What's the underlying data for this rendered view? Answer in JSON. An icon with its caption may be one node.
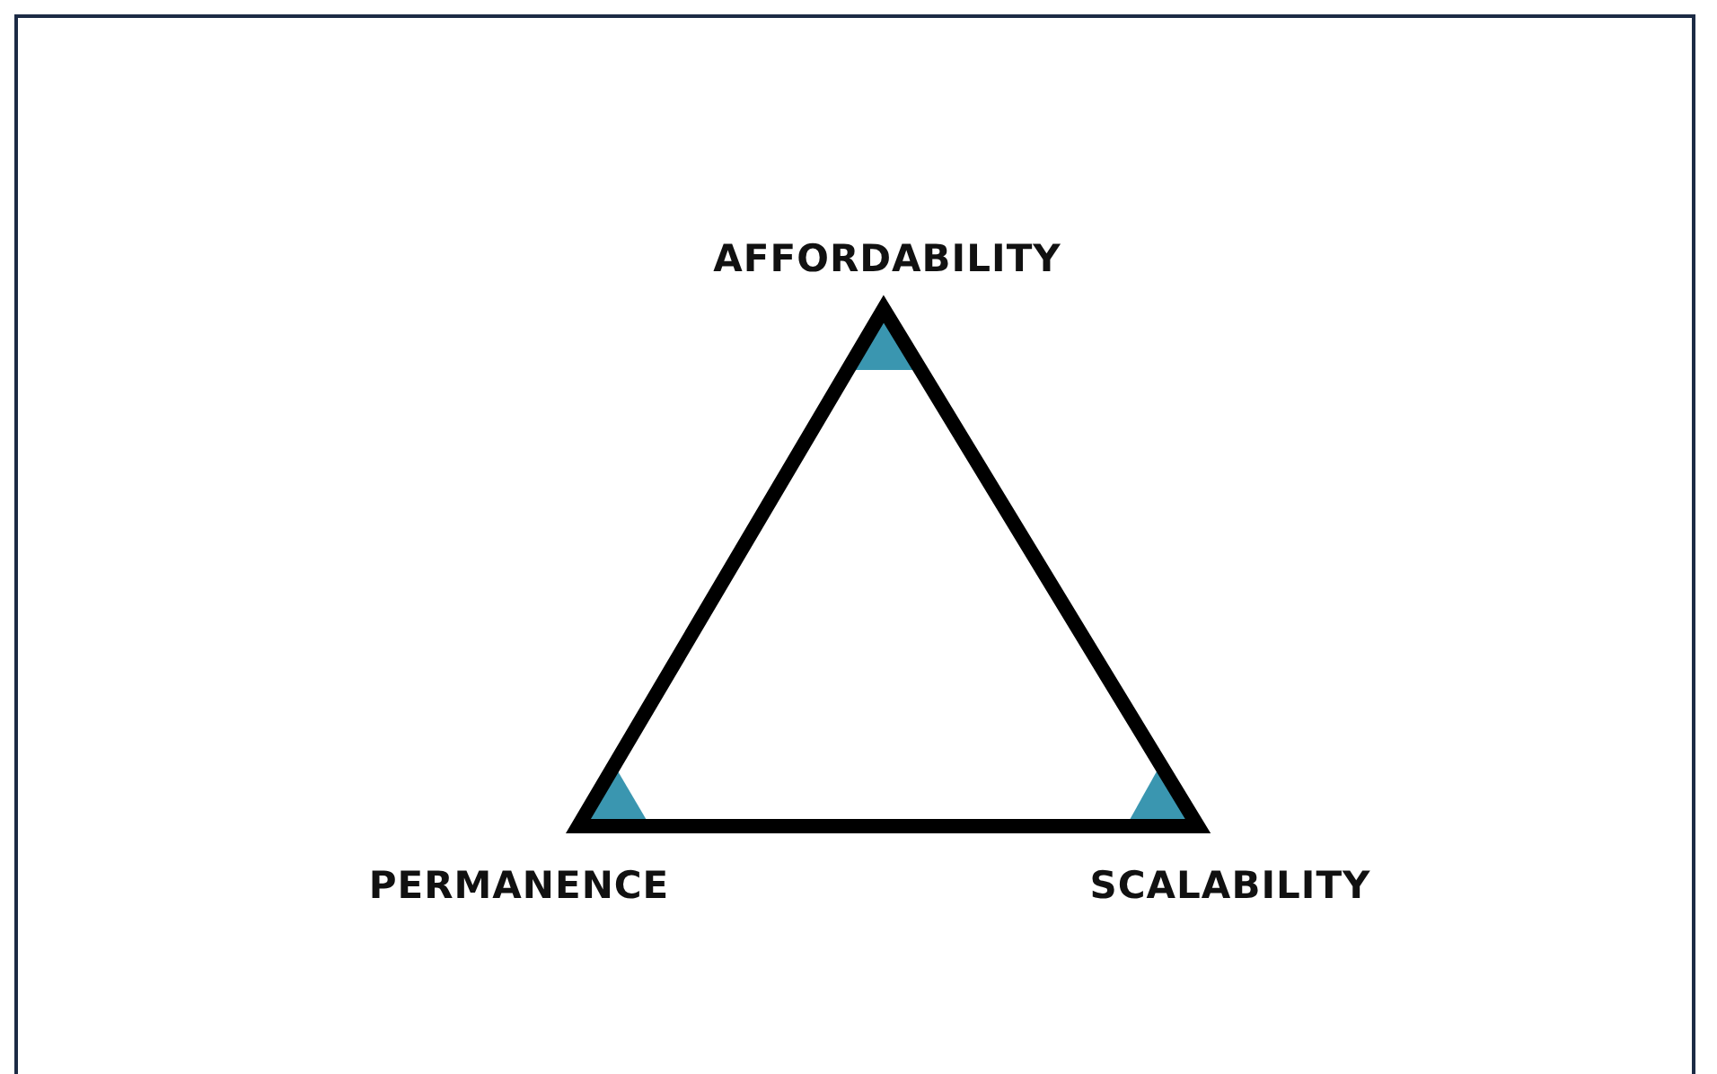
{
  "diagram": {
    "labels": [
      "AFFORDABILITY",
      "PERMANENCE",
      "SCALABILITY"
    ]
  }
}
